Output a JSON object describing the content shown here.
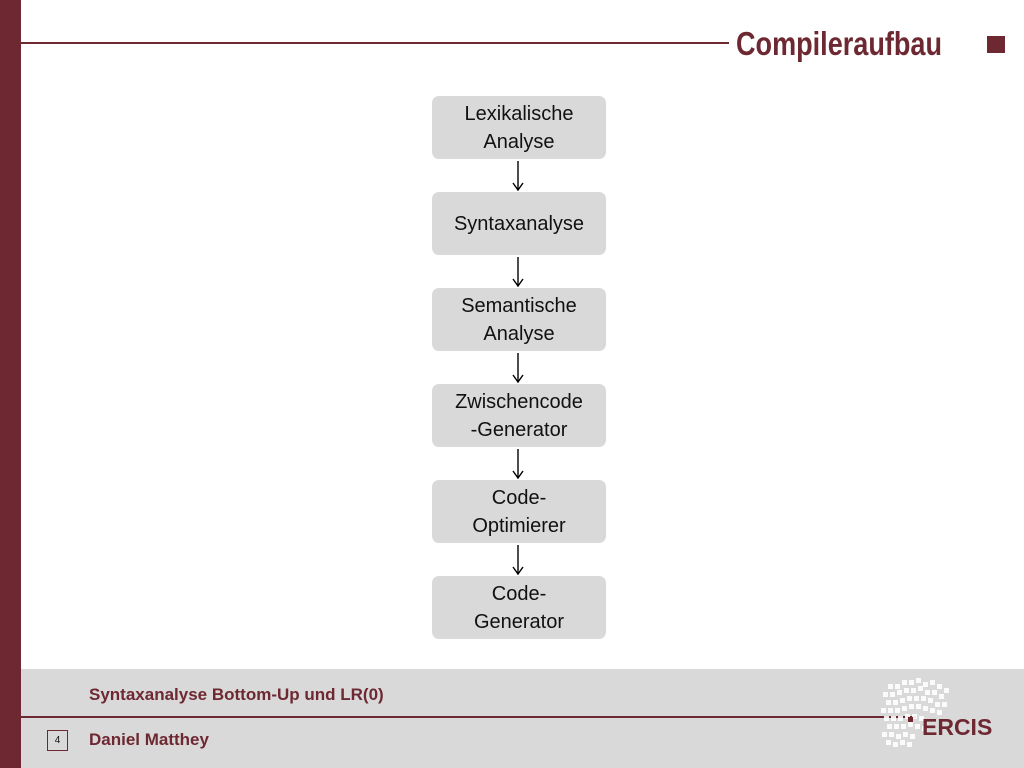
{
  "slide": {
    "title": "Compileraufbau"
  },
  "flow": {
    "nodes": [
      {
        "label": "Lexikalische\nAnalyse"
      },
      {
        "label": "Syntaxanalyse"
      },
      {
        "label": "Semantische\nAnalyse"
      },
      {
        "label": "Zwischencode\n-Generator"
      },
      {
        "label": "Code-\nOptimierer"
      },
      {
        "label": "Code-\nGenerator"
      }
    ]
  },
  "footer": {
    "title": "Syntaxanalyse Bottom-Up und LR(0)",
    "page_number": "4",
    "author": "Daniel Matthey"
  },
  "logo": {
    "text": "ERCIS"
  },
  "colors": {
    "brand": "#6d2832",
    "node_fill": "#d9d9d9",
    "footer_bg": "#d9d9d9"
  }
}
